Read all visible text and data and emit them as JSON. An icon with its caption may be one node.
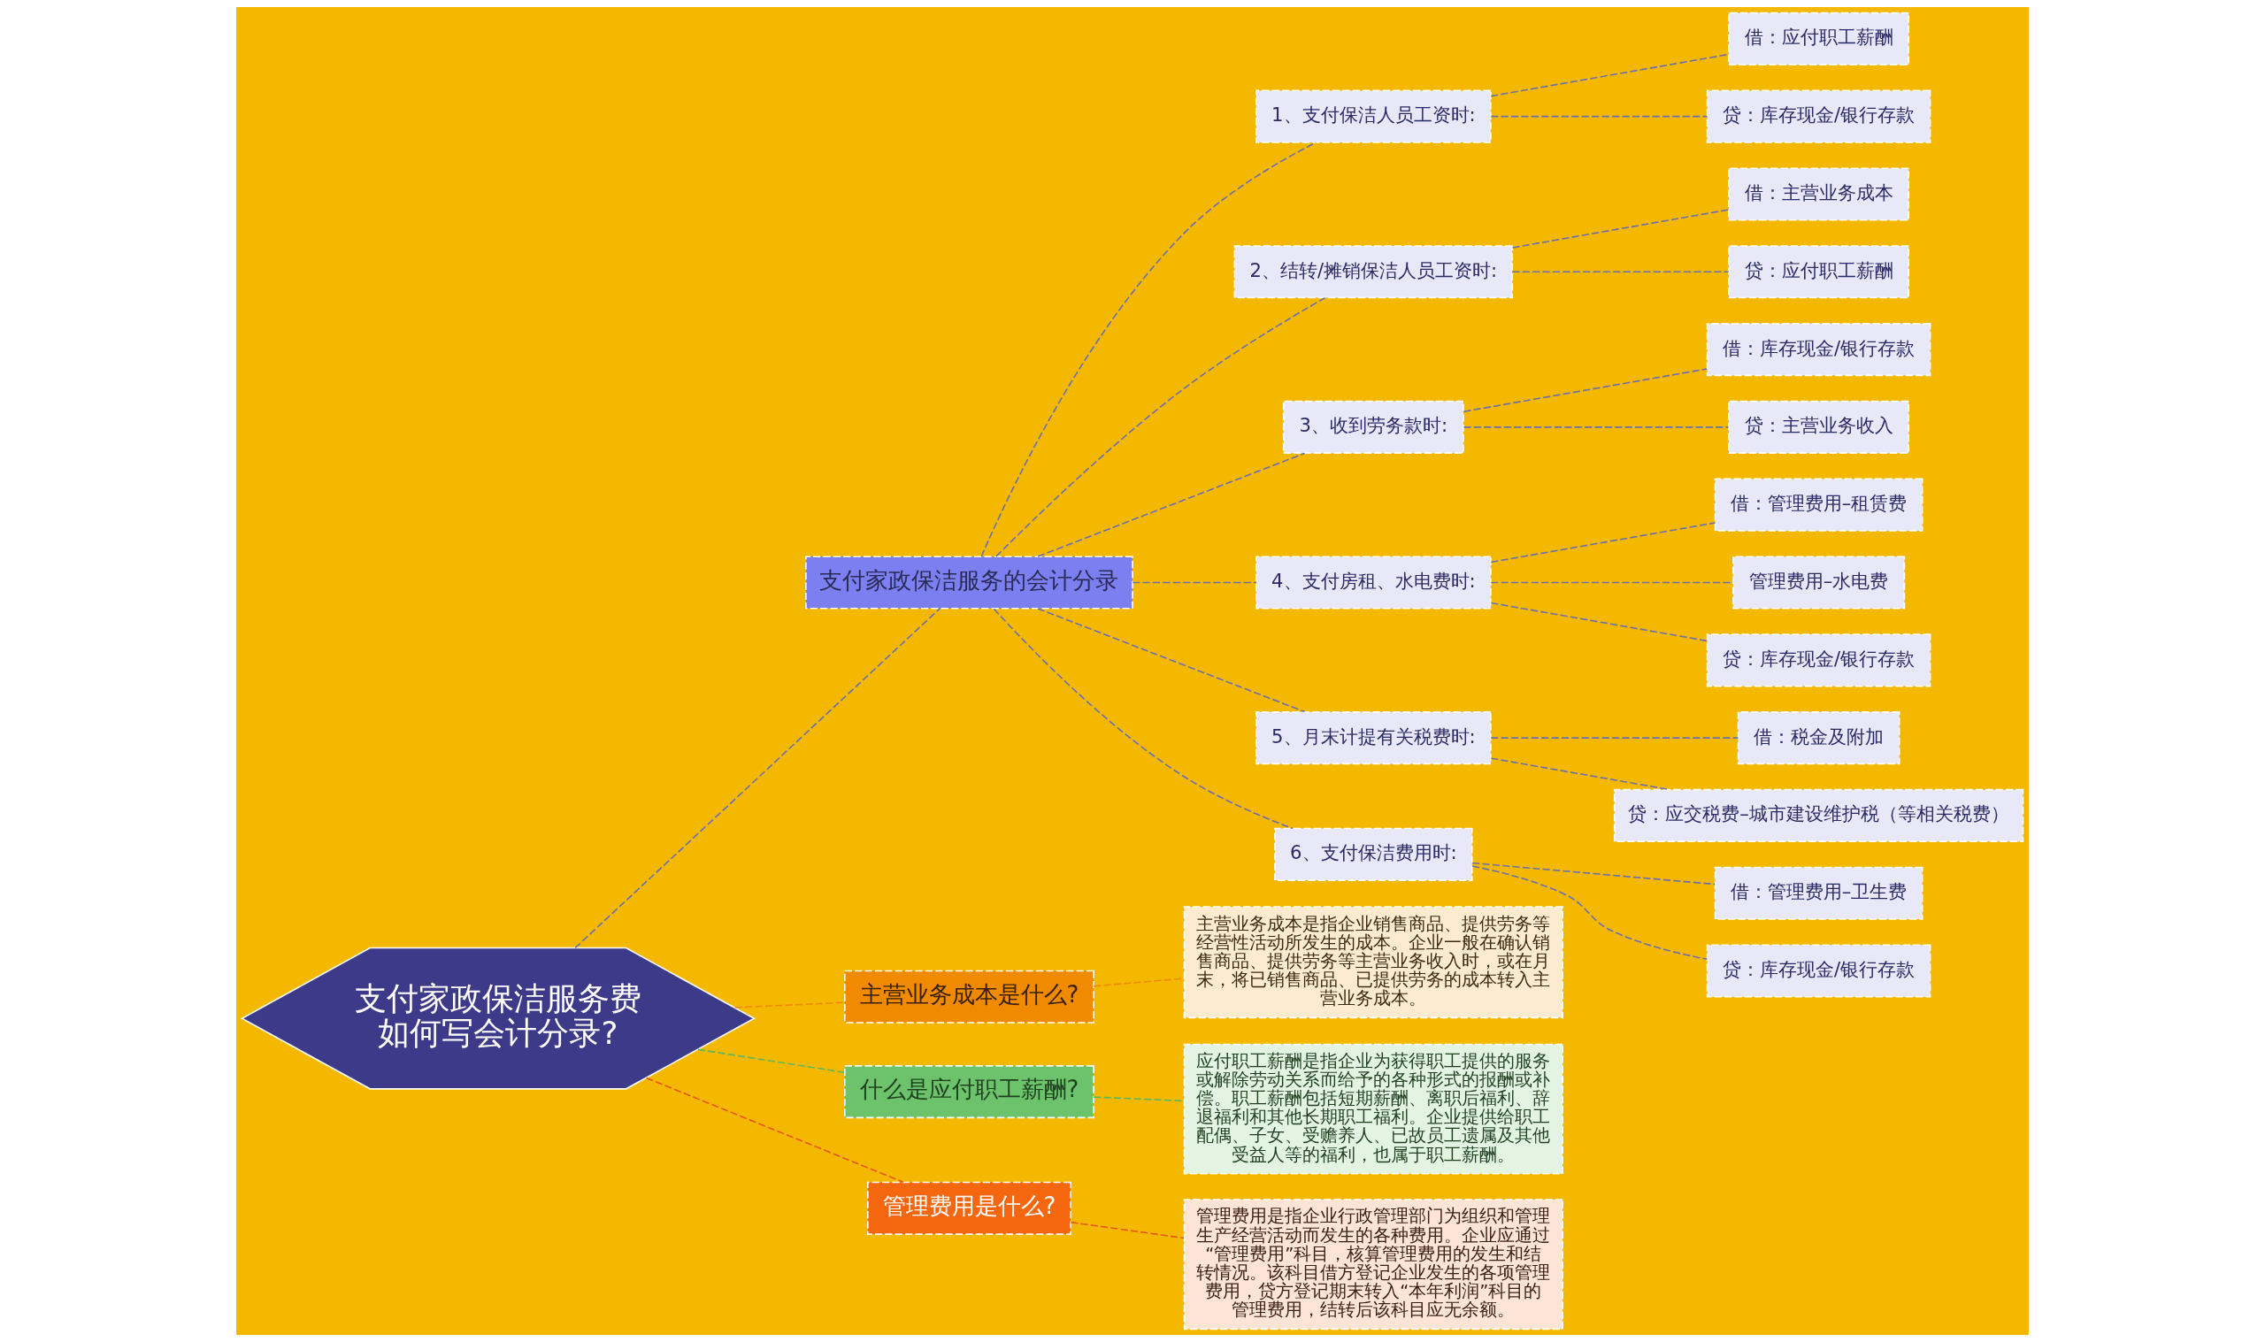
{
  "diagram": {
    "nodes": [
      {
        "text": [
          "支付家政保洁服务费如何写会计分录?"
        ]
      },
      {
        "text": [
          "支付家政保洁服务的会计分录"
        ]
      },
      {
        "text": [
          "1、支付保洁人员工资时:"
        ]
      },
      {
        "text": [
          "借：应付职工薪酬"
        ]
      },
      {
        "text": [
          "贷：库存现金/银行存款"
        ]
      },
      {
        "text": [
          "2、结转/摊销保洁人员工资时:"
        ]
      },
      {
        "text": [
          "借：主营业务成本"
        ]
      },
      {
        "text": [
          "贷：应付职工薪酬"
        ]
      },
      {
        "text": [
          "3、收到劳务款时:"
        ]
      },
      {
        "text": [
          "借：库存现金/银行存款"
        ]
      },
      {
        "text": [
          "贷：主营业务收入"
        ]
      },
      {
        "text": [
          "4、支付房租、水电费时:"
        ]
      },
      {
        "text": [
          "借：管理费用–租赁费"
        ]
      },
      {
        "text": [
          "管理费用–水电费"
        ]
      },
      {
        "text": [
          "贷：库存现金/银行存款"
        ]
      },
      {
        "text": [
          "5、月末计提有关税费时:"
        ]
      },
      {
        "text": [
          "借：税金及附加"
        ]
      },
      {
        "text": [
          "贷：应交税费–城市建设维护税（等相关税费）"
        ]
      },
      {
        "text": [
          "6、支付保洁费用时:"
        ]
      },
      {
        "text": [
          "借：管理费用–卫生费"
        ]
      },
      {
        "text": [
          "贷：库存现金/银行存款"
        ]
      },
      {
        "text": [
          "主营业务成本是什么?"
        ]
      },
      {
        "text": [
          "主营业务成本是指企业销售商品、提供劳务等经营性活动所发生的成本。企业一般在确认销售商品、提供劳务等主营业务收入时，或在月末，将已销售商品、已提供劳务的成本转入主营业务成本。"
        ]
      },
      {
        "text": [
          "什么是应付职工薪酬?"
        ]
      },
      {
        "text": [
          "应付职工薪酬是指企业为获得职工提供的服务或解除劳动关系而给予的各种形式的报酬或补偿。职工薪酬包括短期薪酬、离职后福利、辞退福利和其他长期职工福利。企业提供给职工配偶、子女、受赡养人、已故员工遗属及其他受益人等的福利，也属于职工薪酬。"
        ]
      },
      {
        "text": [
          "管理费用是什么?"
        ]
      },
      {
        "text": [
          "管理费用是指企业行政管理部门为组织和管理生产经营活动而发生的各种费用。企业应通过“管理费用”科目，核算管理费用的发生和结转情况。该科目借方登记企业发生的各项管理费用，贷方登记期末转入“本年利润”科目的管理费用，结转后该科目应无余额。"
        ]
      }
    ],
    "edges": [
      {
        "from": 0,
        "to": 1,
        "arrow": "none",
        "style": "dashed"
      },
      {
        "from": 1,
        "to": 2,
        "arrow": "none",
        "style": "dashed"
      },
      {
        "from": 2,
        "to": 3,
        "arrow": "none",
        "style": "dashed"
      },
      {
        "from": 2,
        "to": 4,
        "arrow": "none",
        "style": "dashed"
      },
      {
        "from": 1,
        "to": 5,
        "arrow": "none",
        "style": "dashed"
      },
      {
        "from": 5,
        "to": 6,
        "arrow": "none",
        "style": "dashed"
      },
      {
        "from": 5,
        "to": 7,
        "arrow": "none",
        "style": "dashed"
      },
      {
        "from": 1,
        "to": 8,
        "arrow": "none",
        "style": "dashed"
      },
      {
        "from": 8,
        "to": 9,
        "arrow": "none",
        "style": "dashed"
      },
      {
        "from": 8,
        "to": 10,
        "arrow": "none",
        "style": "dashed"
      },
      {
        "from": 1,
        "to": 11,
        "arrow": "none",
        "style": "dashed"
      },
      {
        "from": 11,
        "to": 12,
        "arrow": "none",
        "style": "dashed"
      },
      {
        "from": 11,
        "to": 13,
        "arrow": "none",
        "style": "dashed"
      },
      {
        "from": 11,
        "to": 14,
        "arrow": "none",
        "style": "dashed"
      },
      {
        "from": 1,
        "to": 15,
        "arrow": "none",
        "style": "dashed"
      },
      {
        "from": 15,
        "to": 16,
        "arrow": "none",
        "style": "dashed"
      },
      {
        "from": 15,
        "to": 17,
        "arrow": "none",
        "style": "dashed"
      },
      {
        "from": 1,
        "to": 18,
        "arrow": "none",
        "style": "dashed"
      },
      {
        "from": 18,
        "to": 19,
        "arrow": "none",
        "style": "dashed"
      },
      {
        "from": 18,
        "to": 20,
        "arrow": "none",
        "style": "dashed"
      },
      {
        "from": 0,
        "to": 21,
        "arrow": "none",
        "style": "dashed",
        "color": "#f08a00"
      },
      {
        "from": 21,
        "to": 22,
        "arrow": "none",
        "style": "dashed",
        "color": "#f08a00"
      },
      {
        "from": 0,
        "to": 23,
        "arrow": "none",
        "style": "dashed",
        "color": "#5cb85c"
      },
      {
        "from": 23,
        "to": 24,
        "arrow": "none",
        "style": "dashed",
        "color": "#5cb85c"
      },
      {
        "from": 0,
        "to": 25,
        "arrow": "none",
        "style": "dashed",
        "color": "#e8561c"
      },
      {
        "from": 25,
        "to": 26,
        "arrow": "none",
        "style": "dashed",
        "color": "#e8561c"
      }
    ]
  }
}
